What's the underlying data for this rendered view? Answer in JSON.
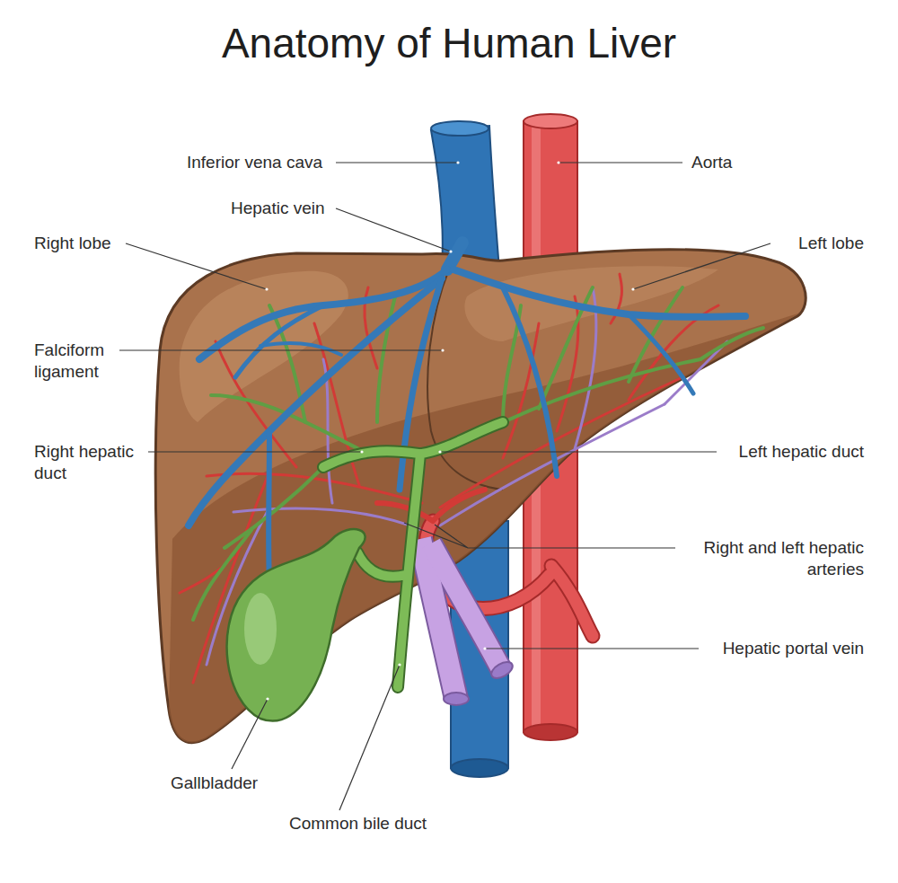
{
  "diagram": {
    "title": "Anatomy of Human Liver",
    "labels": [
      "Inferior vena cava",
      "Aorta",
      "Hepatic vein",
      "Right lobe",
      "Left lobe",
      "Falciform ligament",
      "Right hepatic duct",
      "Left hepatic duct",
      "Right and left hepatic arteries",
      "Hepatic portal vein",
      "Gallbladder",
      "Common bile duct"
    ]
  }
}
